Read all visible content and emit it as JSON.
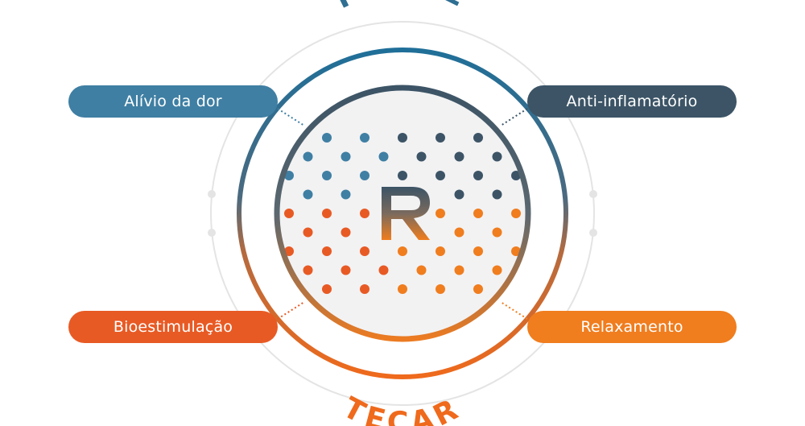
{
  "diagram": {
    "top_title": "PULSE",
    "bottom_title": "TECAR",
    "benefits": {
      "top_left": "Alívio da dor",
      "top_right": "Anti-inflamatório",
      "bottom_left": "Bioestimulação",
      "bottom_right": "Relaxamento"
    },
    "center_logo": "R-logo-icon",
    "colors": {
      "blue": "#3f7fa3",
      "slate": "#3c5466",
      "red_orange": "#e85a24",
      "orange": "#f07d1e",
      "teal_ring": "#1f6f99"
    }
  }
}
